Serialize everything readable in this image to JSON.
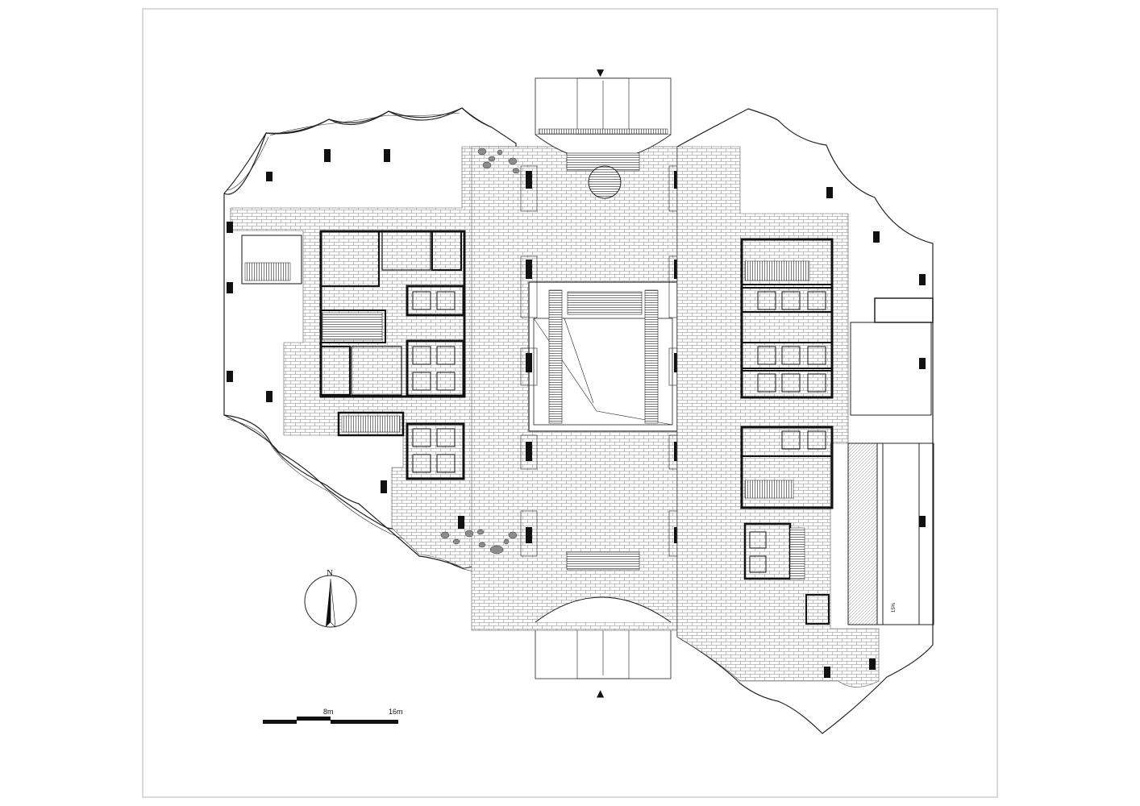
{
  "plan": {
    "north_label": "N",
    "scale_labels": [
      "8m",
      "16m"
    ],
    "ramp_label": "15%",
    "section_markers": [
      "▼",
      "▲"
    ]
  },
  "colors": {
    "ink": "#111111",
    "paving": "#9a9a9a",
    "stones": "#8c8c8c",
    "frame": "#b5b5b5"
  }
}
